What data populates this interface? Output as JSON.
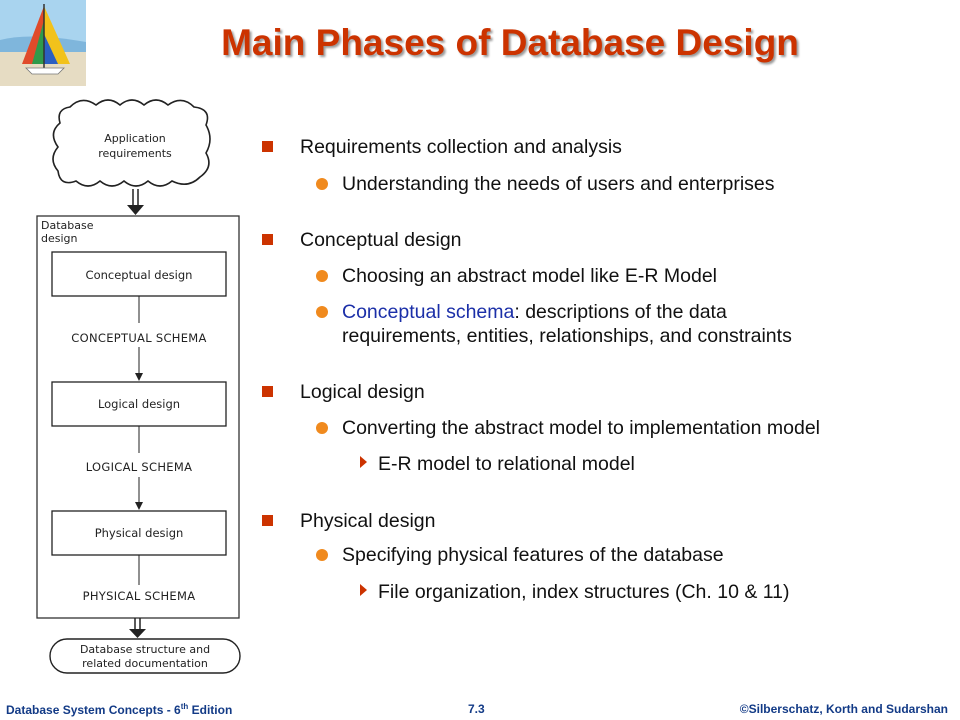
{
  "slide": {
    "title": "Main Phases of Database Design"
  },
  "diagram": {
    "app_req": [
      "Application",
      "requirements"
    ],
    "db_design": [
      "Database",
      "design"
    ],
    "conceptual_design": "Conceptual design",
    "conceptual_schema": "CONCEPTUAL SCHEMA",
    "logical_design": "Logical design",
    "logical_schema": "LOGICAL SCHEMA",
    "physical_design": "Physical design",
    "physical_schema": "PHYSICAL SCHEMA",
    "db_structure": [
      "Database structure and",
      "related documentation"
    ]
  },
  "bullets": {
    "req": "Requirements collection and analysis",
    "req_sub": "Understanding the needs of users and enterprises",
    "conc": "Conceptual design",
    "conc_sub1": "Choosing an abstract model like E-R Model",
    "conc_sub2_hl": "Conceptual schema",
    "conc_sub2_a": ": descriptions of the data",
    "conc_sub2_b": "requirements, entities, relationships, and constraints",
    "log": "Logical design",
    "log_sub": "Converting the abstract model to implementation model",
    "log_sub2": "E-R model to relational model",
    "phys": "Physical design",
    "phys_sub": "Specifying physical features of the database",
    "phys_sub2": "File organization, index structures (Ch. 10 & 11)"
  },
  "footer": {
    "left": "Database  System Concepts  - 6",
    "left_sup": "th",
    "left_end": " Edition",
    "center": "7.3",
    "right": "©Silberschatz, Korth and Sudarshan"
  },
  "colors": {
    "title": "#cc3300",
    "bullet_l1": "#cc3300",
    "bullet_l2": "#f08a1e",
    "highlight": "#1b2fa8",
    "footer": "#123a86"
  }
}
